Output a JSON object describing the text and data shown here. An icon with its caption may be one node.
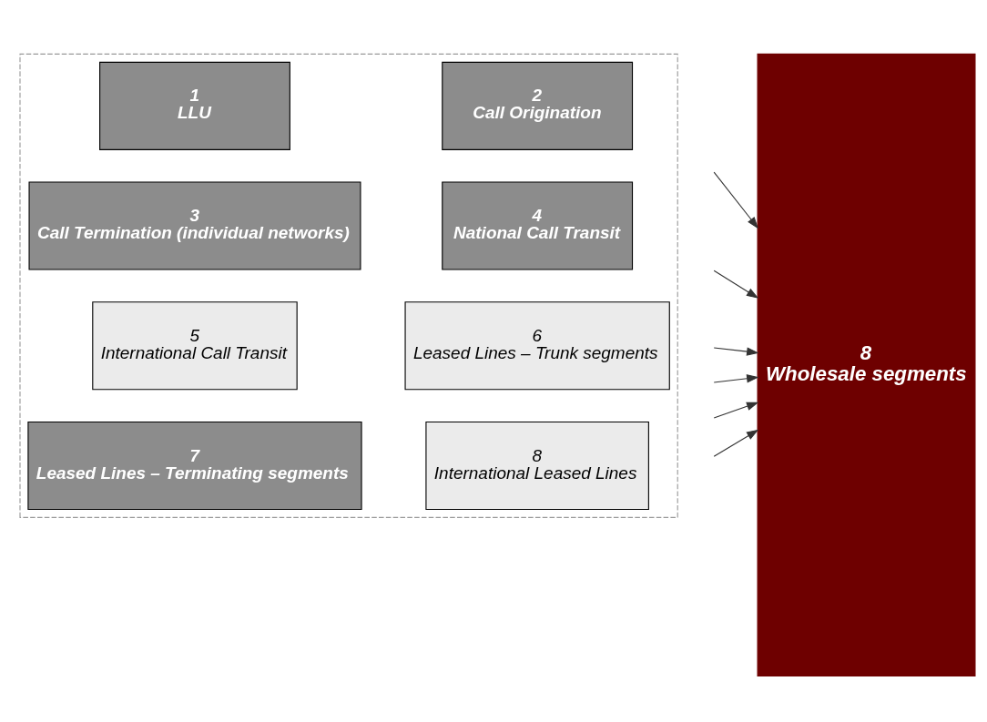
{
  "diagram": {
    "nodes": [
      {
        "text": [],
        "shape": "box"
      },
      {
        "text": [
          "1",
          "LLU"
        ],
        "in": 0
      },
      {
        "text": [
          "2",
          "Call Origination"
        ],
        "in": 0
      },
      {
        "text": [
          "3",
          "Call Termination (individual networks)"
        ],
        "in": 0
      },
      {
        "text": [
          "4",
          "National Call Transit"
        ],
        "in": 0
      },
      {
        "text": [
          "5",
          "International Call Transit"
        ],
        "in": 0
      },
      {
        "text": [
          "6",
          "Leased Lines – Trunk segments"
        ],
        "in": 0
      },
      {
        "text": [
          "7",
          "Leased Lines – Terminating segments"
        ],
        "in": 0
      },
      {
        "text": [
          "8",
          "International Leased Lines"
        ],
        "in": 0
      },
      {
        "text": [
          "8",
          "Wholesale segments"
        ]
      }
    ],
    "edges": [
      {
        "from": null,
        "to": 9,
        "arrow": "to"
      },
      {
        "from": null,
        "to": 9,
        "arrow": "to"
      },
      {
        "from": null,
        "to": 9,
        "arrow": "to"
      },
      {
        "from": null,
        "to": 9,
        "arrow": "to"
      },
      {
        "from": null,
        "to": 9,
        "arrow": "to"
      },
      {
        "from": null,
        "to": 9,
        "arrow": "to"
      }
    ]
  }
}
